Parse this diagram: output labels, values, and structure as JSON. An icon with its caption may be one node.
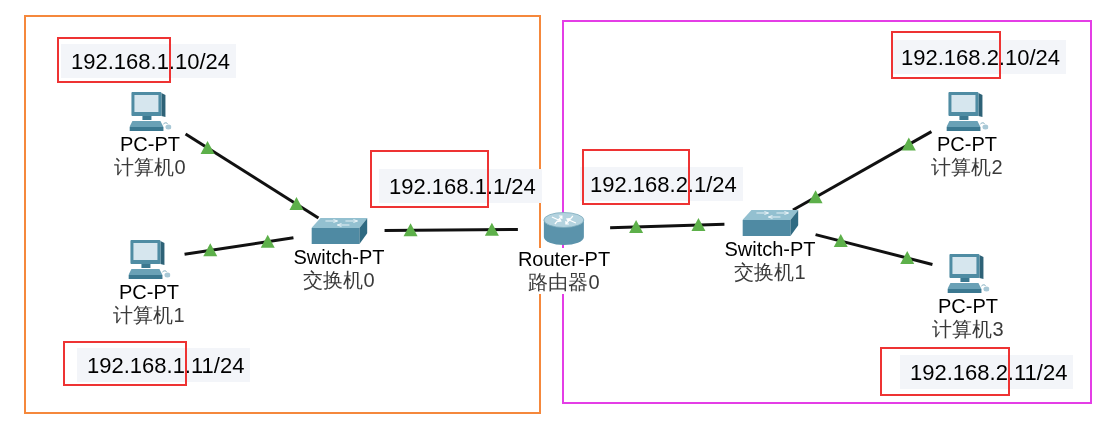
{
  "diagram": {
    "nodes": [
      {
        "text": [],
        "shape": "box"
      },
      {
        "text": [],
        "shape": "box"
      },
      {
        "text": [
          "PC-PT",
          "计算机0"
        ],
        "in": 0,
        "beside": [
          "192.168.1.10/24"
        ]
      },
      {
        "text": [
          "PC-PT",
          "计算机1"
        ],
        "in": 0,
        "beside": [
          "192.168.1.11/24"
        ]
      },
      {
        "text": [
          "Switch-PT",
          "交换机0"
        ],
        "in": 0
      },
      {
        "text": [
          "Router-PT",
          "路由器0"
        ],
        "beside": [
          "192.168.1.1/24",
          "192.168.2.1/24"
        ]
      },
      {
        "text": [
          "Switch-PT",
          "交换机1"
        ],
        "in": 1
      },
      {
        "text": [
          "PC-PT",
          "计算机2"
        ],
        "in": 1,
        "beside": [
          "192.168.2.10/24"
        ]
      },
      {
        "text": [
          "PC-PT",
          "计算机3"
        ],
        "in": 1,
        "beside": [
          "192.168.2.11/24"
        ]
      }
    ],
    "edges": [
      {
        "from": 2,
        "to": 4,
        "arrow": "other"
      },
      {
        "from": 3,
        "to": 4,
        "arrow": "other"
      },
      {
        "from": 4,
        "to": 5,
        "arrow": "other"
      },
      {
        "from": 5,
        "to": 6,
        "arrow": "other"
      },
      {
        "from": 6,
        "to": 7,
        "arrow": "other"
      },
      {
        "from": 6,
        "to": 8,
        "arrow": "other"
      }
    ]
  }
}
